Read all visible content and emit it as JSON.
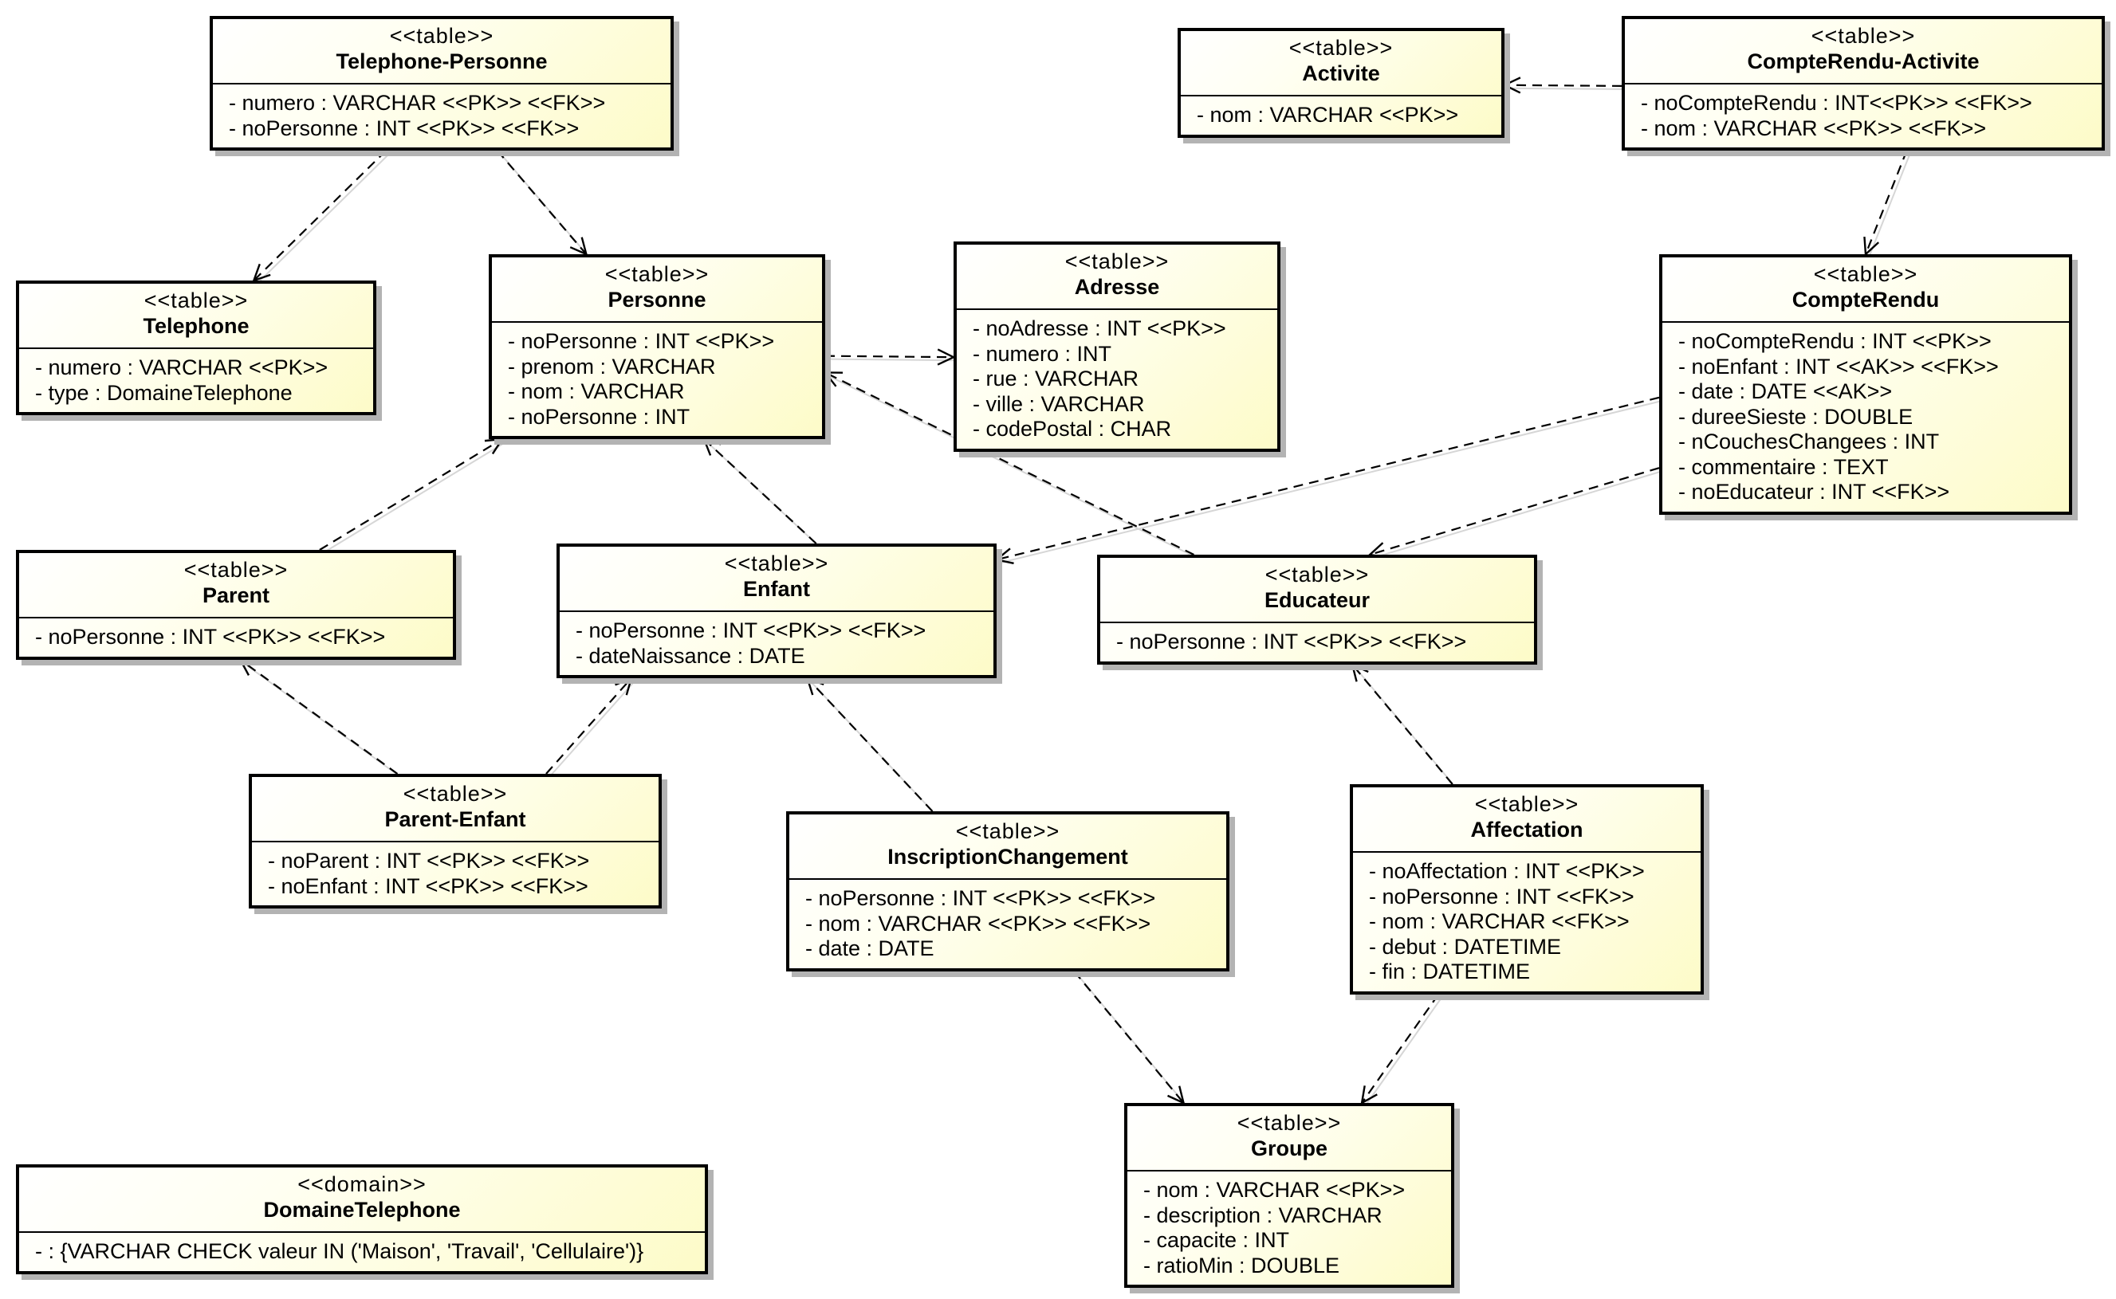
{
  "tables": [
    {
      "id": "telephone-personne",
      "stereotype": "<<table>>",
      "name": "Telephone-Personne",
      "attributes": [
        "- numero : VARCHAR <<PK>> <<FK>>",
        "- noPersonne : INT <<PK>> <<FK>>"
      ]
    },
    {
      "id": "telephone",
      "stereotype": "<<table>>",
      "name": "Telephone",
      "attributes": [
        "- numero : VARCHAR <<PK>>",
        "- type : DomaineTelephone"
      ]
    },
    {
      "id": "personne",
      "stereotype": "<<table>>",
      "name": "Personne",
      "attributes": [
        "- noPersonne : INT <<PK>>",
        "- prenom : VARCHAR",
        "- nom : VARCHAR",
        "- noPersonne : INT"
      ]
    },
    {
      "id": "adresse",
      "stereotype": "<<table>>",
      "name": "Adresse",
      "attributes": [
        "- noAdresse : INT <<PK>>",
        "- numero : INT",
        "- rue : VARCHAR",
        "- ville : VARCHAR",
        "- codePostal : CHAR"
      ]
    },
    {
      "id": "activite",
      "stereotype": "<<table>>",
      "name": "Activite",
      "attributes": [
        "- nom : VARCHAR <<PK>>"
      ]
    },
    {
      "id": "compterendu-activite",
      "stereotype": "<<table>>",
      "name": "CompteRendu-Activite",
      "attributes": [
        "- noCompteRendu : INT<<PK>> <<FK>>",
        "- nom : VARCHAR <<PK>> <<FK>>"
      ]
    },
    {
      "id": "compterendu",
      "stereotype": "<<table>>",
      "name": "CompteRendu",
      "attributes": [
        "- noCompteRendu : INT <<PK>>",
        "- noEnfant : INT <<AK>> <<FK>>",
        "- date : DATE <<AK>>",
        "- dureeSieste : DOUBLE",
        "- nCouchesChangees : INT",
        "- commentaire : TEXT",
        "- noEducateur : INT <<FK>>"
      ]
    },
    {
      "id": "parent",
      "stereotype": "<<table>>",
      "name": "Parent",
      "attributes": [
        "- noPersonne : INT <<PK>> <<FK>>"
      ]
    },
    {
      "id": "enfant",
      "stereotype": "<<table>>",
      "name": "Enfant",
      "attributes": [
        "- noPersonne : INT <<PK>> <<FK>>",
        "- dateNaissance : DATE"
      ]
    },
    {
      "id": "educateur",
      "stereotype": "<<table>>",
      "name": "Educateur",
      "attributes": [
        "- noPersonne : INT <<PK>> <<FK>>"
      ]
    },
    {
      "id": "parent-enfant",
      "stereotype": "<<table>>",
      "name": "Parent-Enfant",
      "attributes": [
        "- noParent : INT <<PK>> <<FK>>",
        "- noEnfant : INT <<PK>> <<FK>>"
      ]
    },
    {
      "id": "inscriptionchangement",
      "stereotype": "<<table>>",
      "name": "InscriptionChangement",
      "attributes": [
        "- noPersonne : INT <<PK>> <<FK>>",
        "- nom : VARCHAR <<PK>> <<FK>>",
        "- date : DATE"
      ]
    },
    {
      "id": "affectation",
      "stereotype": "<<table>>",
      "name": "Affectation",
      "attributes": [
        "- noAffectation : INT <<PK>>",
        "- noPersonne : INT <<FK>>",
        "- nom : VARCHAR <<FK>>",
        "- debut : DATETIME",
        "- fin : DATETIME"
      ]
    },
    {
      "id": "groupe",
      "stereotype": "<<table>>",
      "name": "Groupe",
      "attributes": [
        "- nom : VARCHAR <<PK>>",
        "- description : VARCHAR",
        "- capacite : INT",
        "- ratioMin : DOUBLE"
      ]
    },
    {
      "id": "domainetelephone",
      "stereotype": "<<domain>>",
      "name": "DomaineTelephone",
      "attributes": [
        "-   : {VARCHAR CHECK valeur IN ('Maison', 'Travail', 'Cellulaire')}"
      ]
    }
  ],
  "relations": [
    {
      "from": "telephone-personne",
      "to": "telephone"
    },
    {
      "from": "telephone-personne",
      "to": "personne"
    },
    {
      "from": "personne",
      "to": "adresse"
    },
    {
      "from": "compterendu-activite",
      "to": "activite"
    },
    {
      "from": "compterendu-activite",
      "to": "compterendu"
    },
    {
      "from": "parent",
      "to": "personne"
    },
    {
      "from": "enfant",
      "to": "personne"
    },
    {
      "from": "educateur",
      "to": "personne"
    },
    {
      "from": "compterendu",
      "to": "enfant"
    },
    {
      "from": "compterendu",
      "to": "educateur"
    },
    {
      "from": "parent-enfant",
      "to": "parent"
    },
    {
      "from": "parent-enfant",
      "to": "enfant"
    },
    {
      "from": "inscriptionchangement",
      "to": "enfant"
    },
    {
      "from": "inscriptionchangement",
      "to": "groupe"
    },
    {
      "from": "affectation",
      "to": "educateur"
    },
    {
      "from": "affectation",
      "to": "groupe"
    }
  ]
}
